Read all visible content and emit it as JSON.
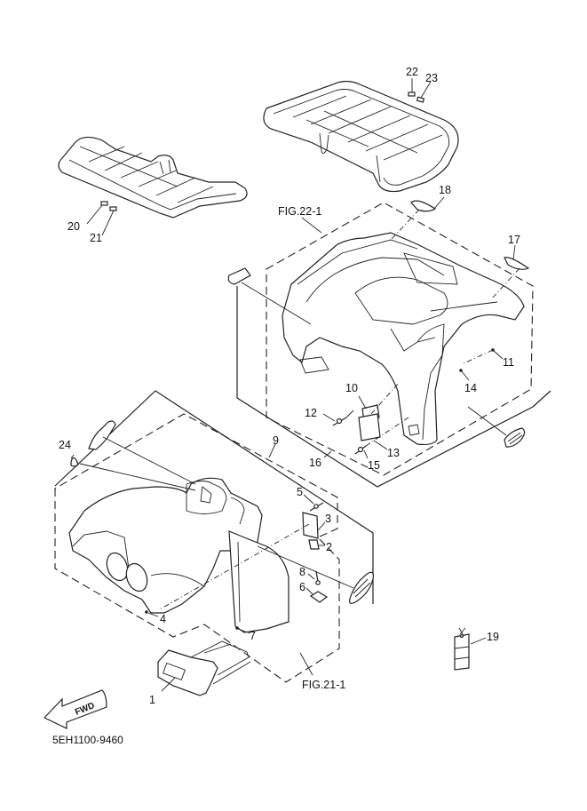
{
  "diagram": {
    "title_code": "5EH1100-9460",
    "figure_refs": [
      "FIG.22-1",
      "FIG.21-1"
    ],
    "direction_arrow": "FWD",
    "callouts": {
      "c1": "1",
      "c2": "2",
      "c3": "3",
      "c4": "4",
      "c5": "5",
      "c6": "6",
      "c7": "7",
      "c8": "8",
      "c9": "9",
      "c10": "10",
      "c11": "11",
      "c12": "12",
      "c13": "13",
      "c14": "14",
      "c15": "15",
      "c16": "16",
      "c17": "17",
      "c18": "18",
      "c19": "19",
      "c20": "20",
      "c21": "21",
      "c22": "22",
      "c23": "23",
      "c24": "24"
    },
    "parts": [
      {
        "label": "front-carrier-rack",
        "callouts": [
          "20",
          "21"
        ]
      },
      {
        "label": "rear-carrier-rack",
        "callouts": [
          "22",
          "23"
        ]
      },
      {
        "label": "rear-fender-assembly",
        "figure_ref": "FIG.22-1",
        "callouts": [
          "10",
          "11",
          "12",
          "13",
          "14",
          "15",
          "16",
          "17",
          "18"
        ]
      },
      {
        "label": "front-fender-assembly",
        "figure_ref": "FIG.21-1",
        "callouts": [
          "2",
          "3",
          "4",
          "5",
          "6",
          "7",
          "8",
          "9",
          "24"
        ]
      },
      {
        "label": "front-panel",
        "callouts": [
          "1"
        ]
      },
      {
        "label": "tag-label",
        "callouts": [
          "19"
        ]
      }
    ]
  }
}
